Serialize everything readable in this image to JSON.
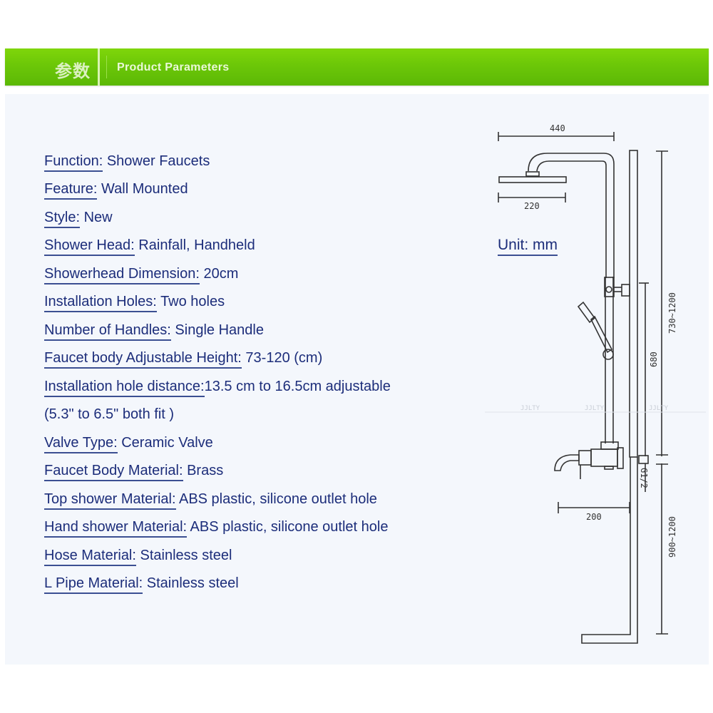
{
  "header": {
    "cn_title": "参数",
    "title": "Product Parameters",
    "accent_color": "#6cc708"
  },
  "specs": [
    {
      "key": "Function:",
      "value": " Shower Faucets"
    },
    {
      "key": "Feature:",
      "value": " Wall Mounted"
    },
    {
      "key": "Style:",
      "value": " New"
    },
    {
      "key": "Shower Head:",
      "value": " Rainfall, Handheld"
    },
    {
      "key": "Showerhead Dimension:",
      "value": " 20cm"
    },
    {
      "key": "Installation Holes:",
      "value": " Two  holes"
    },
    {
      "key": "Number of Handles:",
      "value": " Single Handle"
    },
    {
      "key": "Faucet body Adjustable Height:",
      "value": " 73-120 (cm)"
    },
    {
      "key": "Installation hole distance:",
      "value": "13.5 cm to 16.5cm adjustable"
    },
    {
      "key": "",
      "value": "(5.3\" to 6.5\" both fit )"
    },
    {
      "key": "Valve Type:",
      "value": " Ceramic Valve"
    },
    {
      "key": "Faucet Body Material:",
      "value": " Brass"
    },
    {
      "key": "Top shower Material:",
      "value": " ABS plastic, silicone outlet hole"
    },
    {
      "key": "Hand shower Material:",
      "value": " ABS plastic, silicone outlet hole"
    },
    {
      "key": "Hose Material:",
      "value": " Stainless steel"
    },
    {
      "key": "L Pipe Material:",
      "value": " Stainless steel"
    }
  ],
  "diagram": {
    "unit_label": "Unit: mm",
    "dim_top_width": "440",
    "dim_head_width": "220",
    "dim_total_height": "730~1200",
    "dim_slide_bar": "680",
    "dim_spout": "200",
    "dim_thread": "G1/2",
    "dim_mount_height": "900~1200",
    "watermark": "JJLTY"
  },
  "colors": {
    "text": "#1c2d7a",
    "underline": "#3b4f92",
    "panel_bg": "#f4f7fc",
    "line": "#333333"
  }
}
